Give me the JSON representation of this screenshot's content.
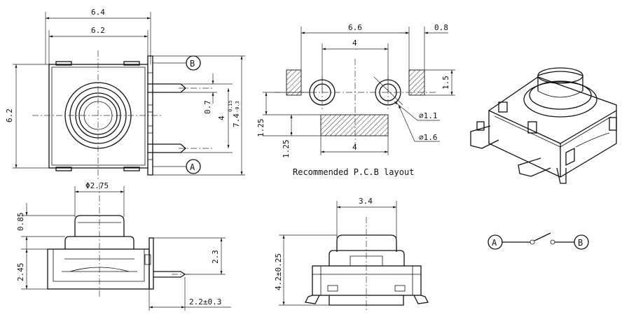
{
  "top_view": {
    "dims": {
      "width_outer": "6.4",
      "width_inner": "6.2",
      "height_left": "6.2",
      "pin_gap": "0.7",
      "pin_pitch": "4",
      "pin_span_main": "7.4",
      "pin_span_sup": "0.15",
      "pin_span_sub": "-0.3"
    },
    "terminals": {
      "b": "B",
      "a": "A"
    }
  },
  "pcb_layout": {
    "dims": {
      "outer": "6.6",
      "pad_w": "0.8",
      "inner": "4",
      "pad_h": "1.5",
      "hole_small": "⌀1.1",
      "hole_large": "⌀1.6",
      "pad_off1": "1.25",
      "pad_off2": "1.25",
      "bottom": "4"
    },
    "caption": "Recommended P.C.B layout"
  },
  "side_view": {
    "dims": {
      "stem_dia": "Φ2.75",
      "stem_h": "0.85",
      "body_h": "2.45",
      "lead_h": "2.3",
      "lead_len": "2.2±0.3"
    }
  },
  "front_view": {
    "dims": {
      "stem_w": "3.4",
      "total_h": "4.2±0.25"
    }
  },
  "schematic": {
    "left": "A",
    "right": "B"
  }
}
